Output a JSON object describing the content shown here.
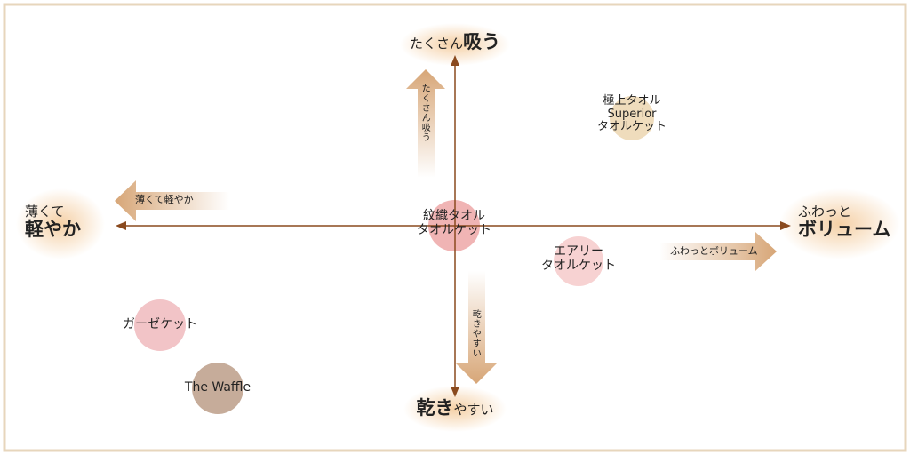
{
  "axes": {
    "top": {
      "prefix": "たくさん",
      "main": "吸う"
    },
    "bottom": {
      "main": "乾き",
      "suffix": "やすい"
    },
    "left": {
      "line1": "薄くて",
      "line2": "軽やか"
    },
    "right": {
      "line1": "ふわっと",
      "line2": "ボリューム"
    }
  },
  "arrow_labels": {
    "top": "たくさん吸う",
    "bottom": "乾きやすい",
    "left": "薄くて軽やか",
    "right": "ふわっとボリューム"
  },
  "products": [
    {
      "lines": [
        "紋織タオル",
        "タオルケット"
      ],
      "color": "#f0b4b4"
    },
    {
      "lines": [
        "極上タオル",
        "Superior",
        "タオルケット"
      ],
      "color": "#efdcbc"
    },
    {
      "lines": [
        "エアリー",
        "タオルケット"
      ],
      "color": "#f7d2d2"
    },
    {
      "lines": [
        "ガーゼケット"
      ],
      "color": "#f2c4c7"
    },
    {
      "lines": [
        "The Waffle"
      ],
      "color": "#c6ac9a"
    }
  ],
  "colors": {
    "axis": "#8a4a1e",
    "frame": "#e7d6bc",
    "arrow": "#d7a677",
    "glow": "#f3c896"
  }
}
